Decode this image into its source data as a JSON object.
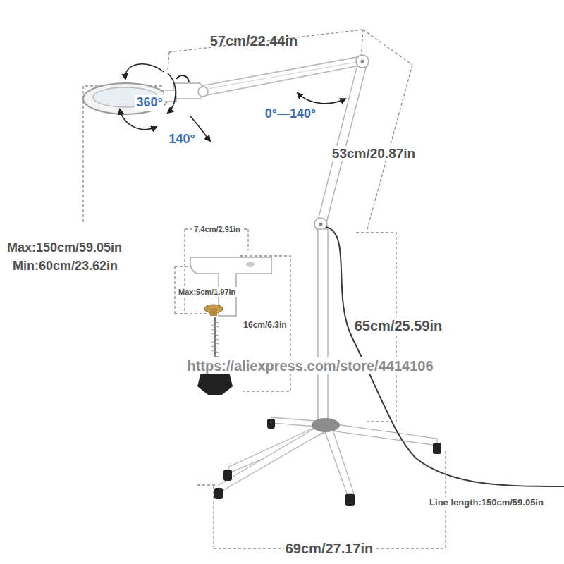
{
  "diagram": {
    "labels": [
      "57cm/22.44in",
      "360°",
      "140°",
      "0°—140°",
      "53cm/20.87in",
      "Max:150cm/59.05in",
      "Min:60cm/23.62in",
      "7.4cm/2.91in",
      "Max:5cm/1.97in",
      "16cm/6.3in",
      "65cm/25.59in",
      "https://aliexpress.com/store/4414106",
      "Line length:150cm/59.05in",
      "69cm/27.17in"
    ]
  }
}
